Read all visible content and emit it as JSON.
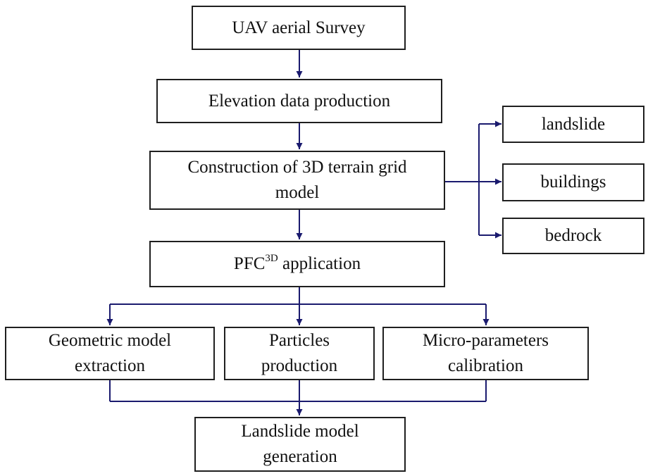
{
  "nodes": {
    "uav_survey": "UAV aerial Survey",
    "elevation": "Elevation data production",
    "construction": "Construction of 3D terrain grid model",
    "pfc_prefix": "PFC",
    "pfc_sup": "3D",
    "pfc_suffix": " application",
    "geometric": "Geometric model extraction",
    "particles": "Particles production",
    "micro": "Micro-parameters calibration",
    "generation": "Landslide model generation",
    "landslide": "landslide",
    "buildings": "buildings",
    "bedrock": "bedrock"
  },
  "colors": {
    "arrow": "#1a1a6e",
    "border": "#1f1f1f"
  }
}
